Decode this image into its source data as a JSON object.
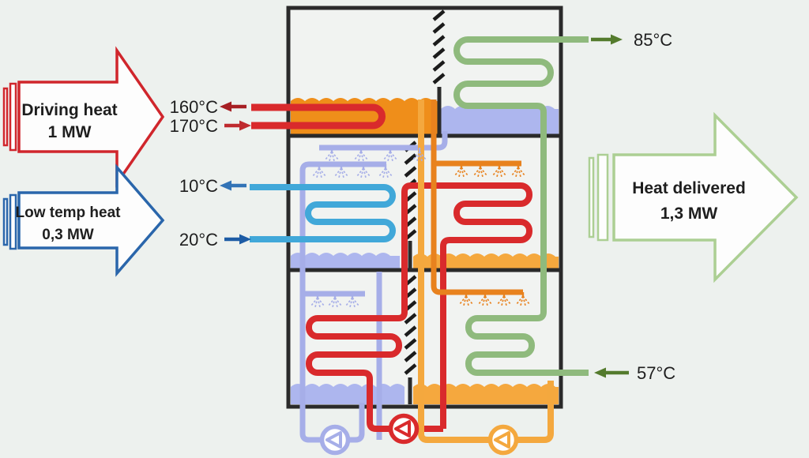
{
  "flows": {
    "driving_heat": {
      "label": "Driving heat",
      "power": "1 MW",
      "temp_out": "160°C",
      "temp_in": "170°C",
      "color": "#d0262c"
    },
    "low_temp_heat": {
      "label": "Low temp heat",
      "power": "0,3 MW",
      "temp_out": "10°C",
      "temp_in": "20°C",
      "color": "#2a66ab"
    },
    "heat_delivered": {
      "label": "Heat delivered",
      "power": "1,3 MW",
      "temp_out": "85°C",
      "temp_return": "57°C",
      "color": "#accf93"
    }
  },
  "palette": {
    "background": "#edf1ee",
    "unit_outline": "#2a2a2a",
    "red_pipe": "#d92a2c",
    "dark_red_arrow": "#a61f23",
    "cyan_pipe": "#41a8d9",
    "blue_arrow": "#1d5ca5",
    "lavender_pipe": "#a6aee8",
    "periwinkle_pool": "#adb6ee",
    "orange_pool_strong": "#ef8e1a",
    "orange_pool_light": "#f5a83e",
    "orange_pipe_light": "#f4a83e",
    "orange_pipe_dark": "#e8821e",
    "green_pipe": "#8fba7d",
    "dark_green_arrow": "#547b2d"
  }
}
